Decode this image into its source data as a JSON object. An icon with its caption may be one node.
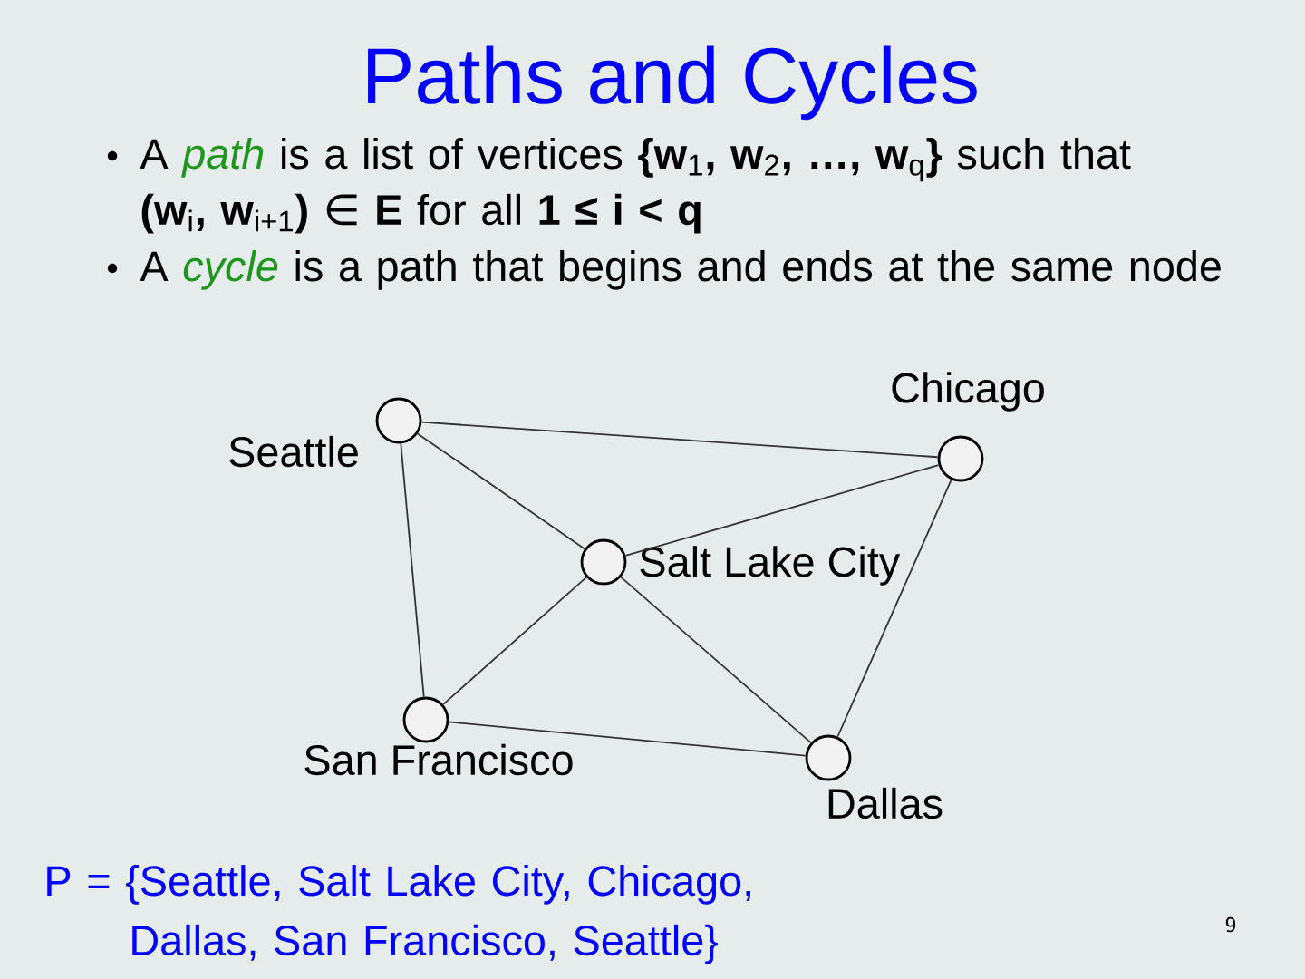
{
  "diagram": {
    "title": "Paths and Cycles",
    "nodes": [
      {
        "text": [],
        "shape": "circle",
        "beside": [
          "Seattle"
        ]
      },
      {
        "text": [],
        "shape": "circle",
        "beside": [
          "Chicago"
        ]
      },
      {
        "text": [],
        "shape": "circle",
        "beside": [
          "Salt Lake City"
        ]
      },
      {
        "text": [],
        "shape": "circle",
        "beside": [
          "San Francisco"
        ]
      },
      {
        "text": [],
        "shape": "circle",
        "beside": [
          "Dallas"
        ]
      }
    ],
    "edges": [
      {
        "from": 0,
        "to": 1,
        "arrow": "none"
      },
      {
        "from": 0,
        "to": 2,
        "arrow": "none"
      },
      {
        "from": 0,
        "to": 3,
        "arrow": "none"
      },
      {
        "from": 2,
        "to": 1,
        "arrow": "none"
      },
      {
        "from": 2,
        "to": 3,
        "arrow": "none"
      },
      {
        "from": 2,
        "to": 4,
        "arrow": "none"
      },
      {
        "from": 1,
        "to": 4,
        "arrow": "none"
      },
      {
        "from": 3,
        "to": 4,
        "arrow": "none"
      }
    ],
    "labels": [
      "A *path* is a list of vertices **{w**$_{1}$**, w**$_{2}$**, …, w**$_{q}$**}** such that **(w**$_{i}$**, w**$_{i+1}$**)** ∈ **E** for all **1 ≤ i < q**",
      "A *cycle* is a path that begins and ends at the same node",
      "P = {Seattle, Salt Lake City, Chicago, Dallas, San Francisco, Seattle}",
      "9"
    ]
  }
}
